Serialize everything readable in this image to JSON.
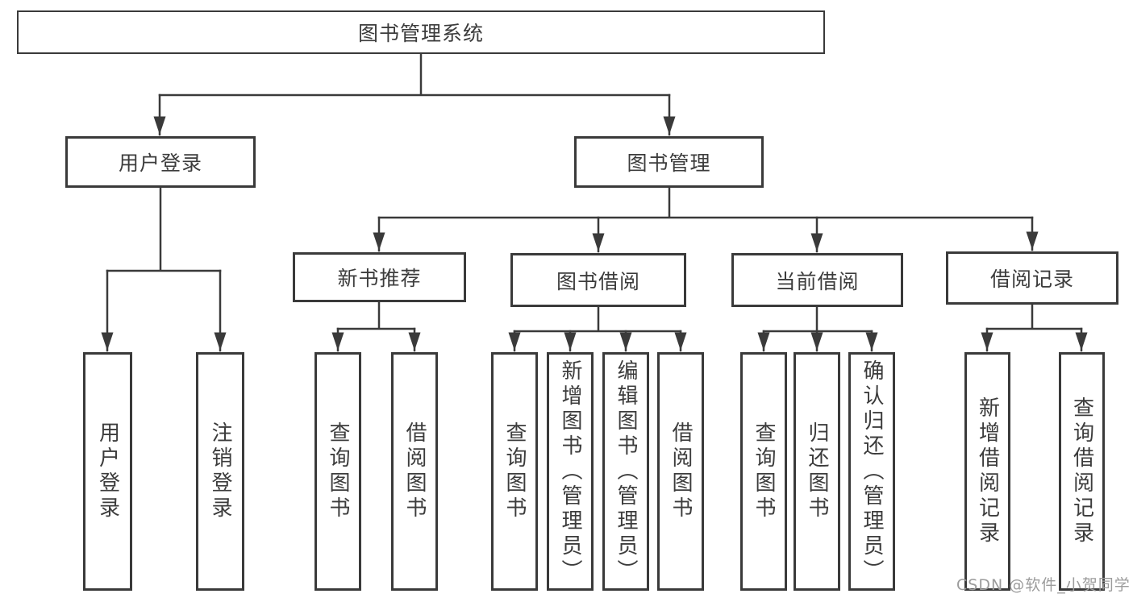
{
  "tree": {
    "label": "图书管理系统",
    "children": [
      {
        "label": "用户登录",
        "children": [
          {
            "label": "用户登录"
          },
          {
            "label": "注销登录"
          }
        ]
      },
      {
        "label": "图书管理",
        "children": [
          {
            "label": "新书推荐",
            "children": [
              {
                "label": "查询图书"
              },
              {
                "label": "借阅图书"
              }
            ]
          },
          {
            "label": "图书借阅",
            "children": [
              {
                "label": "查询图书"
              },
              {
                "label": "新增图书（管理员）"
              },
              {
                "label": "编辑图书（管理员）"
              },
              {
                "label": "借阅图书"
              }
            ]
          },
          {
            "label": "当前借阅",
            "children": [
              {
                "label": "查询图书"
              },
              {
                "label": "归还图书"
              },
              {
                "label": "确认归还（管理员）"
              }
            ]
          },
          {
            "label": "借阅记录",
            "children": [
              {
                "label": "新增借阅记录"
              },
              {
                "label": "查询借阅记录"
              }
            ]
          }
        ]
      }
    ]
  },
  "watermark": {
    "text": "CSDN @软件_小贺同学"
  },
  "colors": {
    "line": "#3a3a3a",
    "border": "#3a3a3a",
    "text": "#3c3c3c",
    "watermark": "#9c9c9c",
    "background": "#ffffff"
  }
}
